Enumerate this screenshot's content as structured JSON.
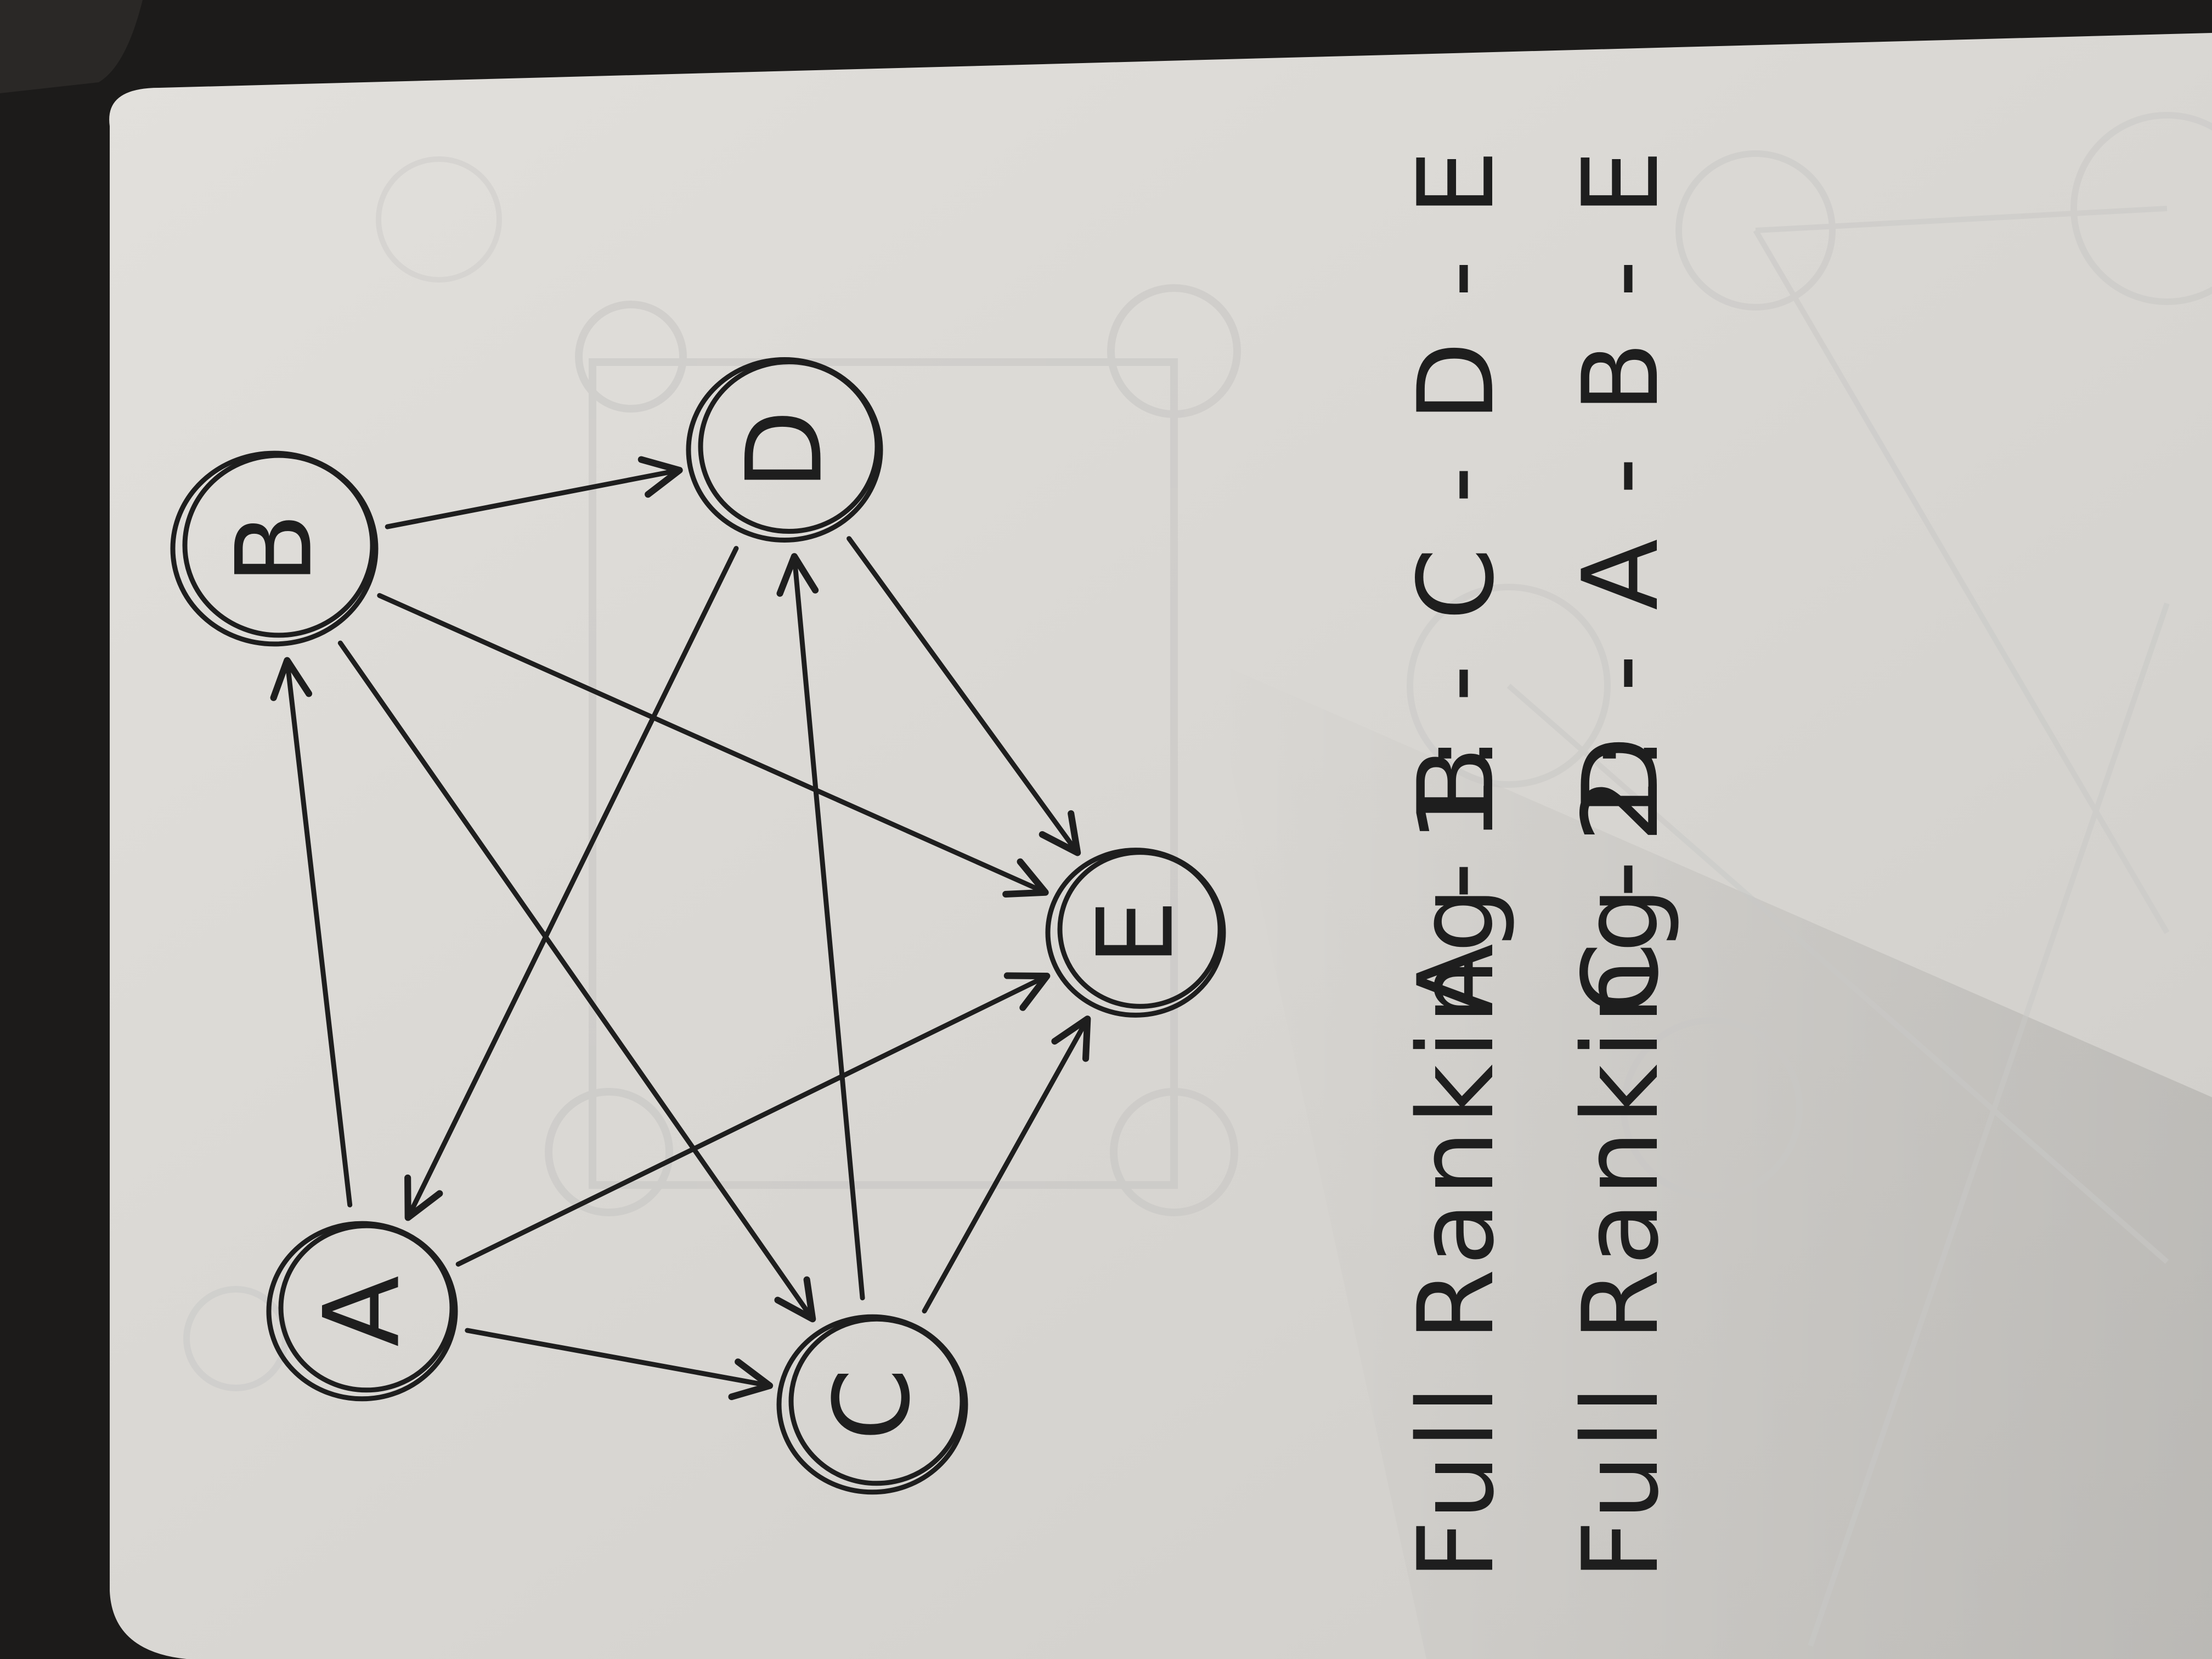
{
  "diagram": {
    "nodes": [
      {
        "id": "A",
        "label": "A"
      },
      {
        "id": "B",
        "label": "B"
      },
      {
        "id": "C",
        "label": "C"
      },
      {
        "id": "D",
        "label": "D"
      },
      {
        "id": "E",
        "label": "E"
      }
    ],
    "edges": [
      {
        "from": "A",
        "to": "B"
      },
      {
        "from": "A",
        "to": "C"
      },
      {
        "from": "A",
        "to": "E"
      },
      {
        "from": "B",
        "to": "D"
      },
      {
        "from": "B",
        "to": "C"
      },
      {
        "from": "B",
        "to": "E"
      },
      {
        "from": "C",
        "to": "D"
      },
      {
        "from": "C",
        "to": "E"
      },
      {
        "from": "D",
        "to": "A"
      },
      {
        "from": "D",
        "to": "E"
      }
    ]
  },
  "rankings": [
    {
      "label": "Full Ranking 1:",
      "sequence": "A - B - C - D - E"
    },
    {
      "label": "Full Ranking 2:",
      "sequence": "C - D - A - B - E"
    }
  ],
  "colors": {
    "paper": "#dcdad6",
    "ink": "#1e1e1e",
    "background": "#1c1b1a",
    "bleed": "#c9c8c6"
  }
}
